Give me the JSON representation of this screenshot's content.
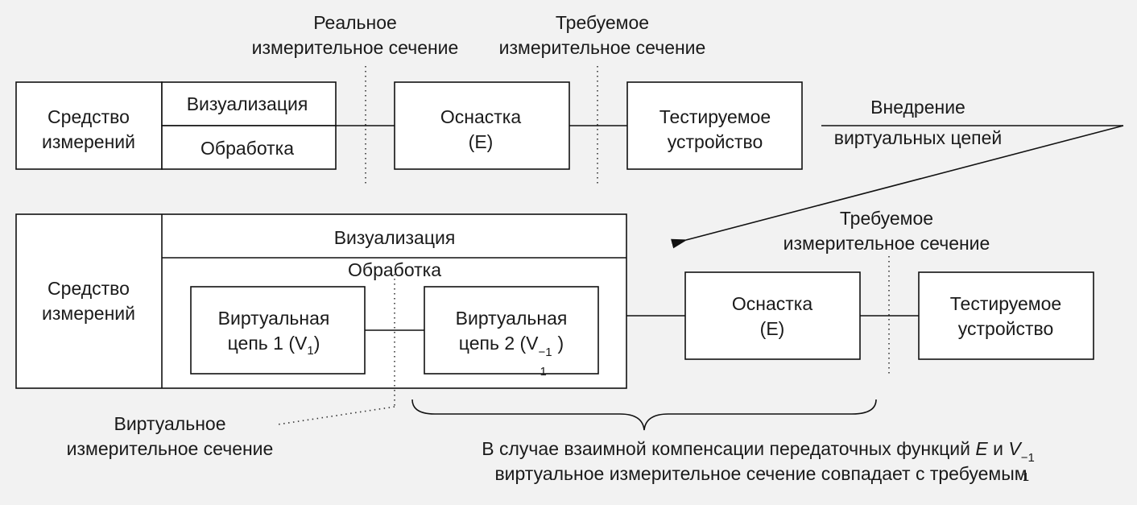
{
  "top_row": {
    "meter": {
      "line1": "Средство",
      "line2": "измерений"
    },
    "visualization": "Визуализация",
    "processing": "Обработка",
    "fixture": {
      "line1": "Оснастка",
      "line2": "(E)"
    },
    "dut": {
      "line1": "Тестируемое",
      "line2": "устройство"
    },
    "real_plane": {
      "line1": "Реальное",
      "line2": "измерительное сечение"
    },
    "required_plane": {
      "line1": "Требуемое",
      "line2": "измерительное сечение"
    }
  },
  "arrow_label": {
    "line1": "Внедрение",
    "line2": "виртуальных цепей"
  },
  "bottom_row": {
    "meter": {
      "line1": "Средство",
      "line2": "измерений"
    },
    "visualization": "Визуализация",
    "processing": "Обработка",
    "vchain1": {
      "line1": "Виртуальная",
      "line2_text": "цепь 1 (V",
      "line2_sub": "1",
      "line2_end": ")"
    },
    "vchain2": {
      "line1": "Виртуальная",
      "line2_text": "цепь 2 (V",
      "line2_sup": "−1",
      "line2_sub": "1",
      "line2_end": ")"
    },
    "fixture": {
      "line1": "Оснастка",
      "line2": "(E)"
    },
    "dut": {
      "line1": "Тестируемое",
      "line2": "устройство"
    },
    "required_plane": {
      "line1": "Требуемое",
      "line2": "измерительное сечение"
    },
    "virtual_plane": {
      "line1": "Виртуальное",
      "line2": "измерительное сечение"
    }
  },
  "note": {
    "line1_text": "В случае взаимной компенсации передаточных функций ",
    "line1_E": "E",
    "line1_and": " и ",
    "line1_V": "V",
    "line1_sup": "−1",
    "line1_sub": "1",
    "line2": "виртуальное измерительное сечение совпадает с требуемым"
  },
  "colors": {
    "background": "#f2f2f2",
    "stroke": "#111111",
    "box_fill": "#ffffff"
  }
}
